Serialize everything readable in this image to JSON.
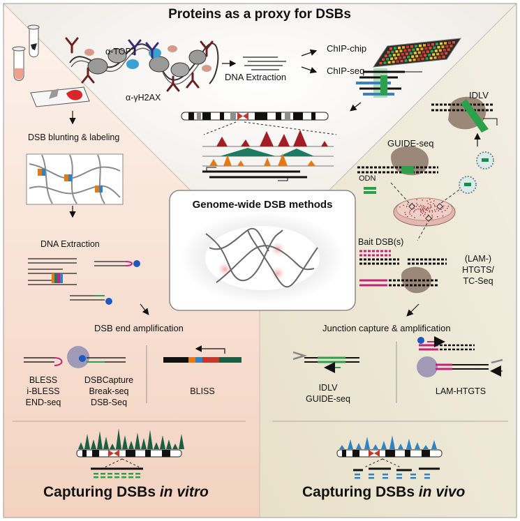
{
  "title": "Proteins as a proxy for DSBs",
  "center_box": {
    "title": "Genome-wide DSB methods"
  },
  "top_section": {
    "antibody_top2": "α-TOP2",
    "antibody_h2ax": "α-γH2AX",
    "dna_extraction": "DNA Extraction",
    "chip_chip": "ChIP-chip",
    "chip_seq": "ChIP-seq"
  },
  "left_section": {
    "blunting": "DSB blunting & labeling",
    "dna_extraction": "DNA Extraction",
    "amplification": "DSB end amplification",
    "methods_a": [
      "BLESS",
      "i-BLESS",
      "END-seq"
    ],
    "methods_b": [
      "DSBCapture",
      "Break-seq",
      "DSB-Seq"
    ],
    "methods_c": "BLISS",
    "footer_prefix": "Capturing DSBs ",
    "footer_emph": "in vitro"
  },
  "right_section": {
    "idlv": "IDLV",
    "guide_seq": "GUIDE-seq",
    "odn": "ODN",
    "bait": "Bait DSB(s)",
    "htgts": [
      "(LAM-)",
      "HTGTS/",
      "TC-Seq"
    ],
    "junction": "Junction capture & amplification",
    "methods_a": [
      "IDLV",
      "GUIDE-seq"
    ],
    "methods_b": "LAM-HTGTS",
    "footer_prefix": "Capturing DSBs ",
    "footer_emph": "in vivo"
  },
  "colors": {
    "left_bg": "#f6e2d6",
    "right_bg": "#efe9d8",
    "top_bg": "#f4f1ec",
    "chip_red": "#a31d24",
    "chip_teal": "#1f7a63",
    "chip_orange": "#e27a18",
    "vitro_peaks": "#1c5e43",
    "vivo_peaks": "#2f83c2",
    "magenta": "#c2247a",
    "green": "#2aa14a",
    "blue_cap": "#1f5bbf",
    "antibody": "#6b1f1f",
    "antibody_alt": "#3b2775"
  }
}
